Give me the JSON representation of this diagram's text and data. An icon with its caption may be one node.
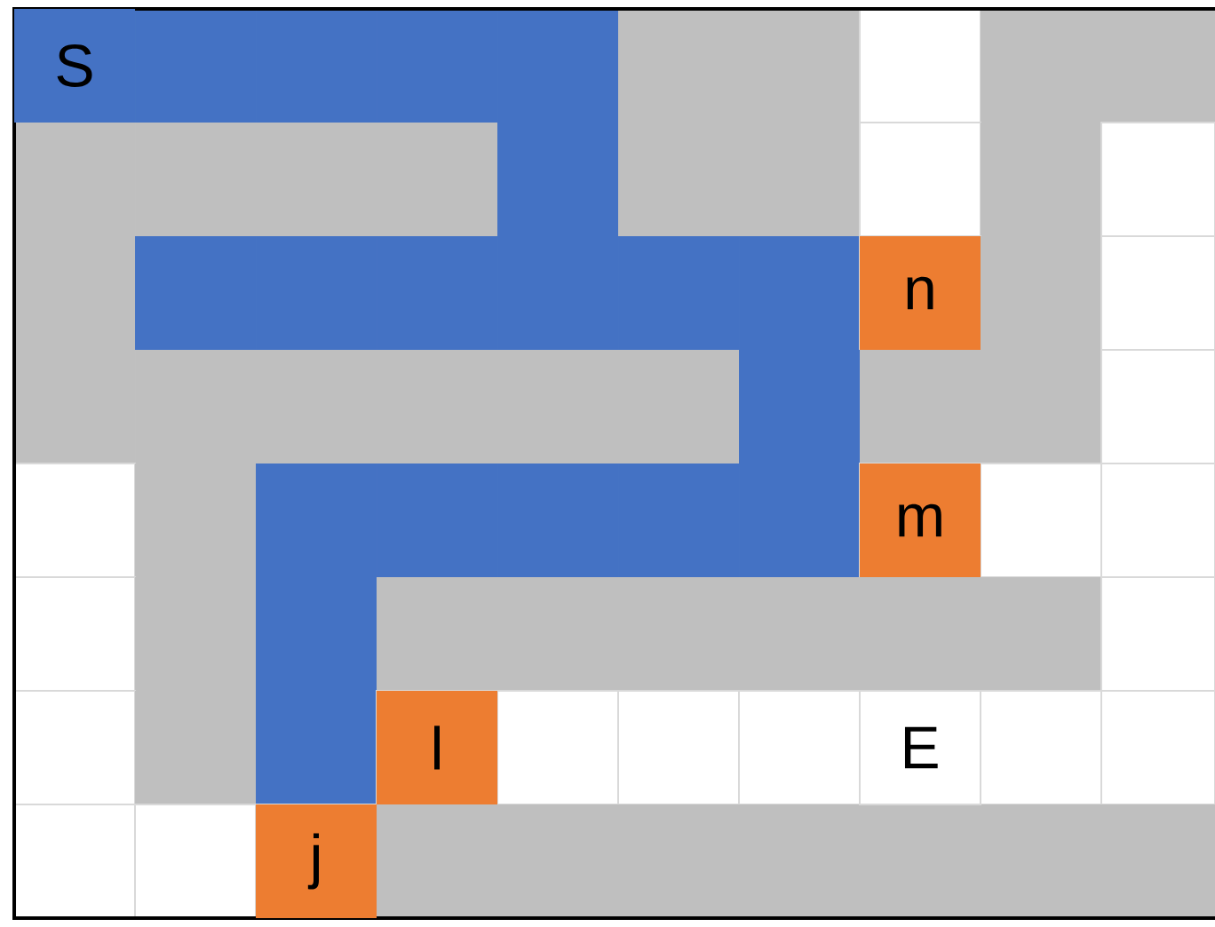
{
  "diagram": {
    "nodes": [
      {
        "text": [
          "S"
        ]
      },
      {
        "text": [
          "n"
        ]
      },
      {
        "text": [
          "m"
        ]
      },
      {
        "text": [
          "l"
        ]
      },
      {
        "text": [
          "E"
        ]
      },
      {
        "text": [
          "j"
        ]
      }
    ]
  }
}
